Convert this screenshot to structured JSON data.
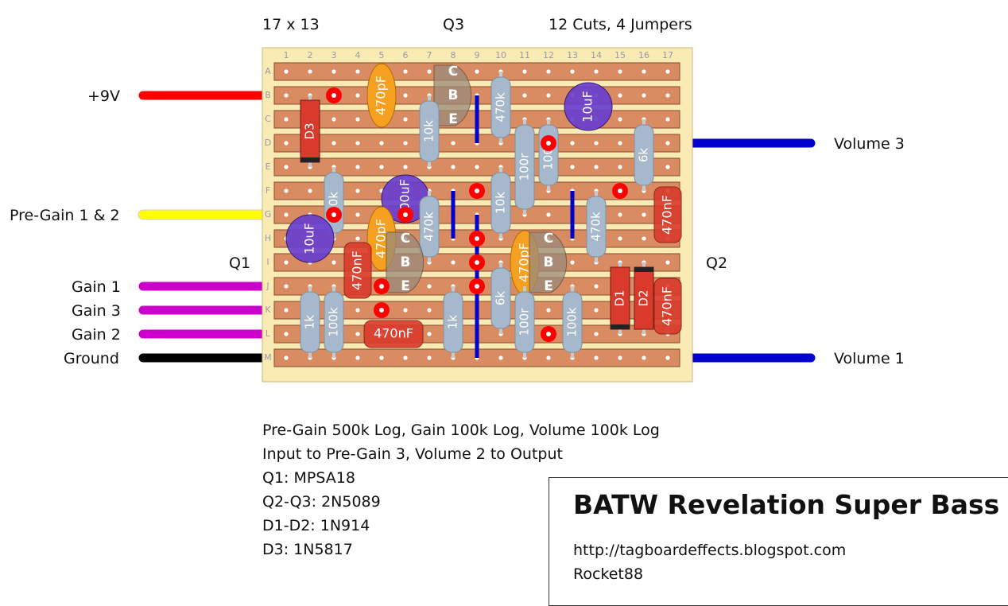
{
  "header": {
    "board_size": "17 x 13",
    "top_transistor": "Q3",
    "cuts_jumpers": "12 Cuts, 4 Jumpers"
  },
  "board": {
    "columns": [
      "1",
      "2",
      "3",
      "4",
      "5",
      "6",
      "7",
      "8",
      "9",
      "10",
      "11",
      "12",
      "13",
      "14",
      "15",
      "16",
      "17"
    ],
    "rows": [
      "A",
      "B",
      "C",
      "D",
      "E",
      "F",
      "G",
      "H",
      "I",
      "J",
      "K",
      "L",
      "M"
    ]
  },
  "left_labels": {
    "v9": "+9V",
    "pregain": "Pre-Gain 1 & 2",
    "q1": "Q1",
    "gain1": "Gain 1",
    "gain3": "Gain 3",
    "gain2": "Gain 2",
    "ground": "Ground"
  },
  "right_labels": {
    "volume3": "Volume 3",
    "q2": "Q2",
    "volume1": "Volume 1"
  },
  "components": {
    "c470p_top": "470pF",
    "c470p_mid": "470pF",
    "c470p_right": "470pF",
    "r10k_top": "10k",
    "r470k_top": "470k",
    "c10u_top": "10uF",
    "d3": "D3",
    "r100r_top": "100r",
    "r100k_top": "100k",
    "r6k_top": "6k",
    "r10k_left": "10k",
    "c100u": "100uF",
    "r470k_mid": "470k",
    "r10k_mid": "10k",
    "r470k_right": "470k",
    "c470n_right_top": "470nF",
    "c10u_left": "10uF",
    "c470n_left": "470nF",
    "c470n_bottom": "470nF",
    "c470n_right_bottom": "470nF",
    "d1": "D1",
    "d2": "D2",
    "r6k_mid": "6k",
    "r100r_mid": "100r",
    "r100k_mid": "100k",
    "r1k_left": "1k",
    "r100k_left": "100k",
    "r1k_mid": "1k",
    "pin_c": "C",
    "pin_b": "B",
    "pin_e": "E"
  },
  "notes": [
    "Pre-Gain 500k Log, Gain 100k Log, Volume 100k Log",
    "Input to Pre-Gain 3, Volume 2 to Output",
    "Q1: MPSA18",
    "Q2-Q3: 2N5089",
    "D1-D2: 1N914",
    "D3: 1N5817"
  ],
  "title_block": {
    "title": "BATW Revelation Super Bass",
    "url": "http://tagboardeffects.blogspot.com",
    "author": "Rocket88"
  },
  "colors": {
    "board": "#faeab4",
    "strip": "#d98c62",
    "wire_red": "#ff0000",
    "wire_yellow": "#ffff00",
    "wire_magenta": "#cc00cc",
    "wire_black": "#000000",
    "wire_blue": "#0000cc",
    "cut": "#ff0000",
    "resistor": "#a6b8cc",
    "film_cap": "#d93a2b",
    "ceramic_cap": "#f5a020",
    "electrolytic": "#6a3fd0"
  }
}
